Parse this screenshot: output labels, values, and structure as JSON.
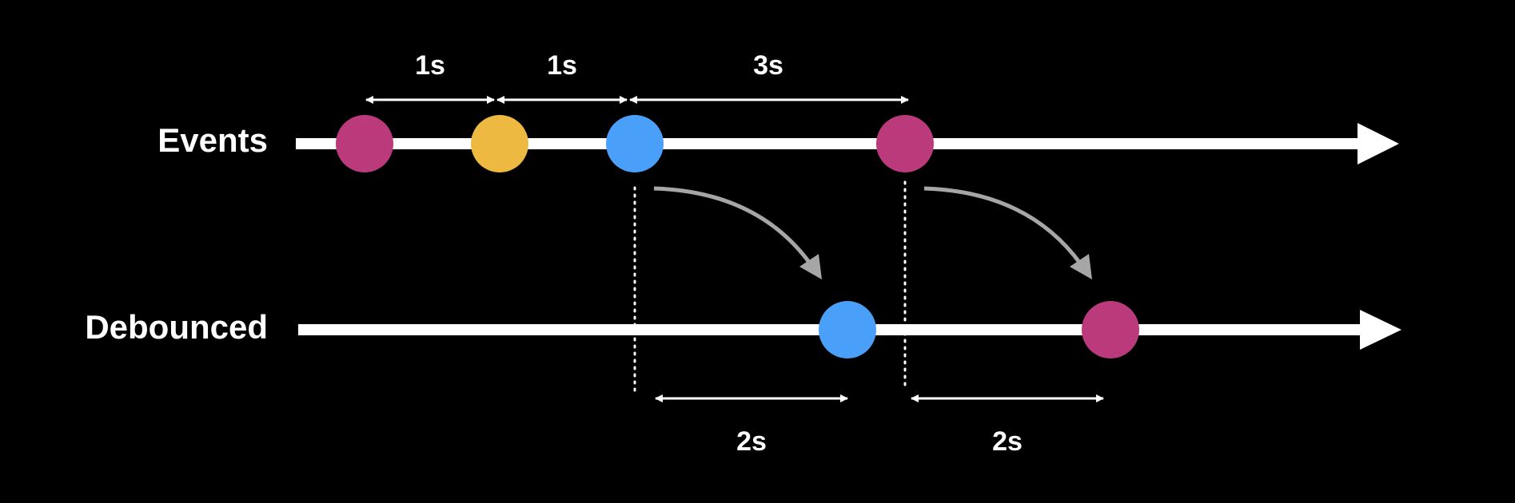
{
  "rows": {
    "events": {
      "label": "Events"
    },
    "debounced": {
      "label": "Debounced"
    }
  },
  "colors": {
    "background": "#000000",
    "axis": "#ffffff",
    "magenta": "#ba3a7c",
    "yellow": "#eeb941",
    "blue": "#4aa0f8",
    "curve": "#a6a6a6"
  },
  "event_dots": [
    {
      "color": "magenta",
      "t": 0
    },
    {
      "color": "yellow",
      "t": 1
    },
    {
      "color": "blue",
      "t": 2
    },
    {
      "color": "magenta",
      "t": 5
    }
  ],
  "debounced_dots": [
    {
      "color": "blue",
      "t": 4
    },
    {
      "color": "magenta",
      "t": 7
    }
  ],
  "top_intervals": [
    {
      "label": "1s"
    },
    {
      "label": "1s"
    },
    {
      "label": "3s"
    }
  ],
  "bottom_intervals": [
    {
      "label": "2s"
    },
    {
      "label": "2s"
    }
  ]
}
